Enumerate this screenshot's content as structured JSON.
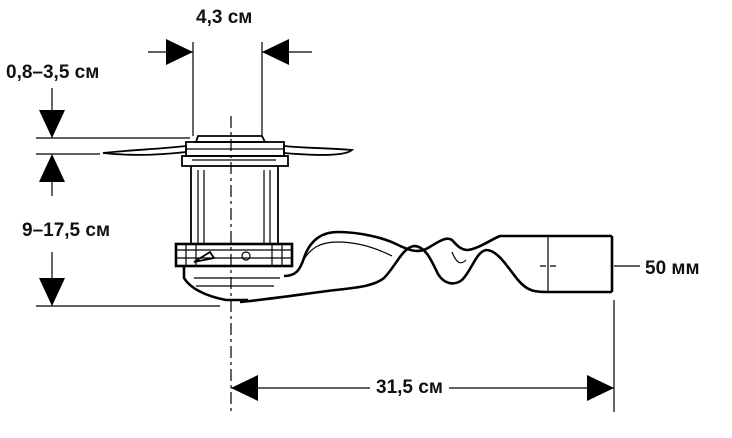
{
  "diagram": {
    "dimensions": {
      "outlet_width": "4,3 см",
      "floor_thickness": "0,8–3,5 см",
      "installation_height": "9–17,5 см",
      "pipe_diameter": "50 мм",
      "total_length": "31,5 см"
    }
  }
}
